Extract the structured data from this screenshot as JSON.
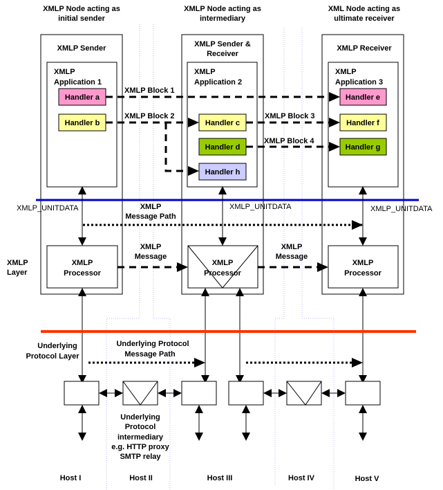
{
  "title": "XMLP message path across nodes and underlying protocol hosts",
  "colors": {
    "xmlp_layer_line": "#0000cc",
    "protocol_layer_line": "#ff3300",
    "handler_pink": "#ff99cc",
    "handler_yellow": "#ffff99",
    "handler_green": "#99cc00",
    "handler_lavender": "#ccccff",
    "guide_line": "#b8b8ee"
  },
  "nodes": [
    {
      "heading": [
        "XMLP Node acting as",
        "initial sender"
      ],
      "role": "XMLP Sender",
      "app": [
        "XMLP",
        "Application 1"
      ],
      "processor": [
        "XMLP",
        "Processor"
      ]
    },
    {
      "heading": [
        "XMLP Node acting as",
        "intermediary"
      ],
      "role": [
        "XMLP Sender &",
        "Receiver"
      ],
      "app": [
        "XMLP",
        "Application 2"
      ],
      "processor": [
        "XMLP",
        "Processor"
      ]
    },
    {
      "heading": [
        "XML Node acting as",
        "ultimate receiver"
      ],
      "role": "XMLP Receiver",
      "app": [
        "XMLP",
        "Application 3"
      ],
      "processor": [
        "XMLP",
        "Processor"
      ]
    }
  ],
  "handlers": {
    "a": "Handler a",
    "b": "Handler b",
    "c": "Handler c",
    "d": "Handler d",
    "e": "Handler e",
    "f": "Handler f",
    "g": "Handler g",
    "h": "Handler h"
  },
  "blocks": [
    "XMLP Block 1",
    "XMLP Block 2",
    "XMLP Block 3",
    "XMLP Block 4"
  ],
  "unitdata": "XMLP_UNITDATA",
  "message_path": [
    "XMLP",
    "Message Path"
  ],
  "message": [
    "XMLP",
    "Message"
  ],
  "xmlp_layer": [
    "XMLP",
    "Layer"
  ],
  "protocol_layer": [
    "Underlying",
    "Protocol Layer"
  ],
  "protocol_path": [
    "Underlying Protocol",
    "Message Path"
  ],
  "intermediary_note": [
    "Underlying",
    "Protocol",
    "intermediary",
    "e.g. HTTP proxy",
    "SMTP relay"
  ],
  "hosts": [
    "Host I",
    "Host II",
    "Host III",
    "Host IV",
    "Host V"
  ]
}
